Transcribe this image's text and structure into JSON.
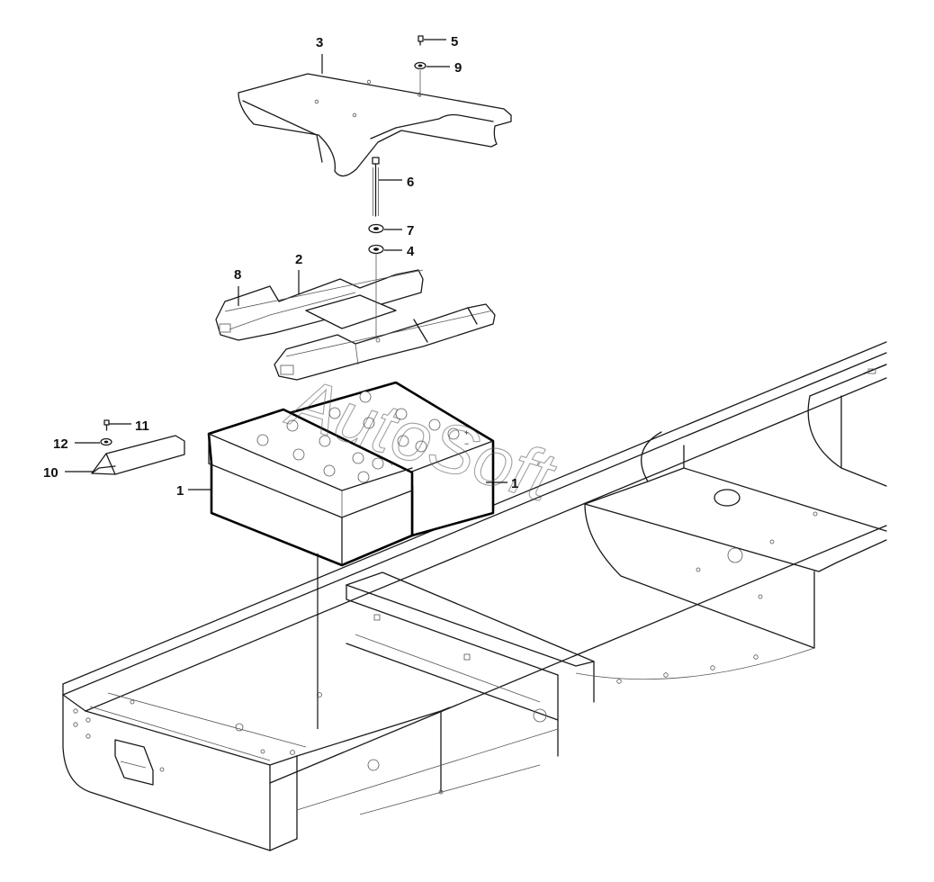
{
  "watermark": "AutoSoft",
  "callouts": {
    "c1_left": "1",
    "c1_right": "1",
    "c2": "2",
    "c3": "3",
    "c4": "4",
    "c5": "5",
    "c6": "6",
    "c7": "7",
    "c8": "8",
    "c9": "9",
    "c10": "10",
    "c11": "11",
    "c12": "12"
  },
  "battery_polarity": {
    "right_plus": "+",
    "right_minus": "−",
    "left_plus": "+"
  }
}
